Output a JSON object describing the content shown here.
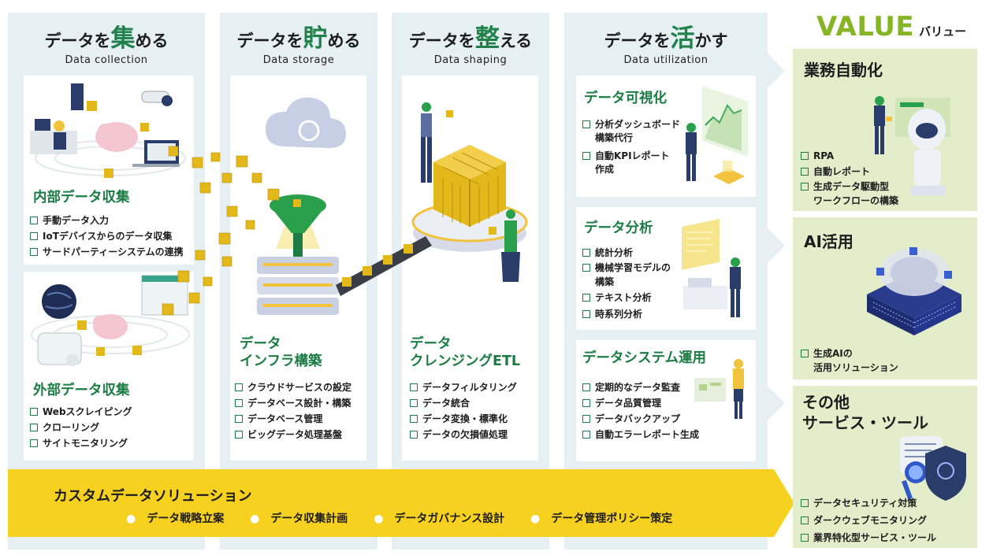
{
  "columns": [
    {
      "prefix": "データを",
      "verb_big": "集",
      "verb_rest": "める",
      "sub": "Data collection"
    },
    {
      "prefix": "データを",
      "verb_big": "貯",
      "verb_rest": "める",
      "sub": "Data storage"
    },
    {
      "prefix": "データを",
      "verb_big": "整",
      "verb_rest": "える",
      "sub": "Data shaping"
    },
    {
      "prefix": "データを",
      "verb_big": "活",
      "verb_rest": "かす",
      "sub": "Data utilization"
    }
  ],
  "collect": {
    "internal": {
      "title": "内部データ収集",
      "items": [
        "手動データ入力",
        "IoTデバイスからのデータ収集",
        "サードパーティーシステムの連携"
      ]
    },
    "external": {
      "title": "外部データ収集",
      "items": [
        "Webスクレイピング",
        "クローリング",
        "サイトモニタリング"
      ]
    }
  },
  "storage": {
    "title_l1": "データ",
    "title_l2": "インフラ構築",
    "items": [
      "クラウドサービスの設定",
      "データベース設計・構築",
      "データベース管理",
      "ビッグデータ処理基盤"
    ]
  },
  "shaping": {
    "title_l1": "データ",
    "title_l2": "クレンジングETL",
    "items": [
      "データフィルタリング",
      "データ統合",
      "データ変換・標準化",
      "データの欠損値処理"
    ]
  },
  "utilize": {
    "viz": {
      "title": "データ可視化",
      "items": [
        "分析ダッシュボード",
        "構築代行",
        "自動KPIレポート",
        "作成"
      ]
    },
    "analysis": {
      "title": "データ分析",
      "items": [
        "統計分析",
        "機械学習モデルの",
        "構築",
        "テキスト分析",
        "時系列分析"
      ]
    },
    "ops": {
      "title": "データシステム運用",
      "items": [
        "定期的なデータ監査",
        "データ品質管理",
        "データバックアップ",
        "自動エラーレポート生成"
      ]
    }
  },
  "banner": {
    "title": "カスタムデータソリューション",
    "items": [
      "データ戦略立案",
      "データ収集計画",
      "データガバナンス設計",
      "データ管理ポリシー策定"
    ]
  },
  "value": {
    "head": "VALUE",
    "head_kana": "バリュー",
    "panels": [
      {
        "title": "業務自動化",
        "items": [
          "RPA",
          "自動レポート",
          "生成データ駆動型",
          "ワークフローの構築"
        ]
      },
      {
        "title": "AI活用",
        "items": [
          "生成AIの",
          "活用ソリューション"
        ]
      },
      {
        "title_l1": "その他",
        "title_l2": "サービス・ツール",
        "items": [
          "データセキュリティ対策",
          "ダークウェブモニタリング",
          "業界特化型サービス・ツール"
        ]
      }
    ]
  },
  "colors": {
    "green": "#1b7d43",
    "lime": "#86b525",
    "yellow": "#f7d11f",
    "cube": "#e3b81a",
    "panel": "#e6eff2",
    "value_panel": "#e3edc9"
  }
}
